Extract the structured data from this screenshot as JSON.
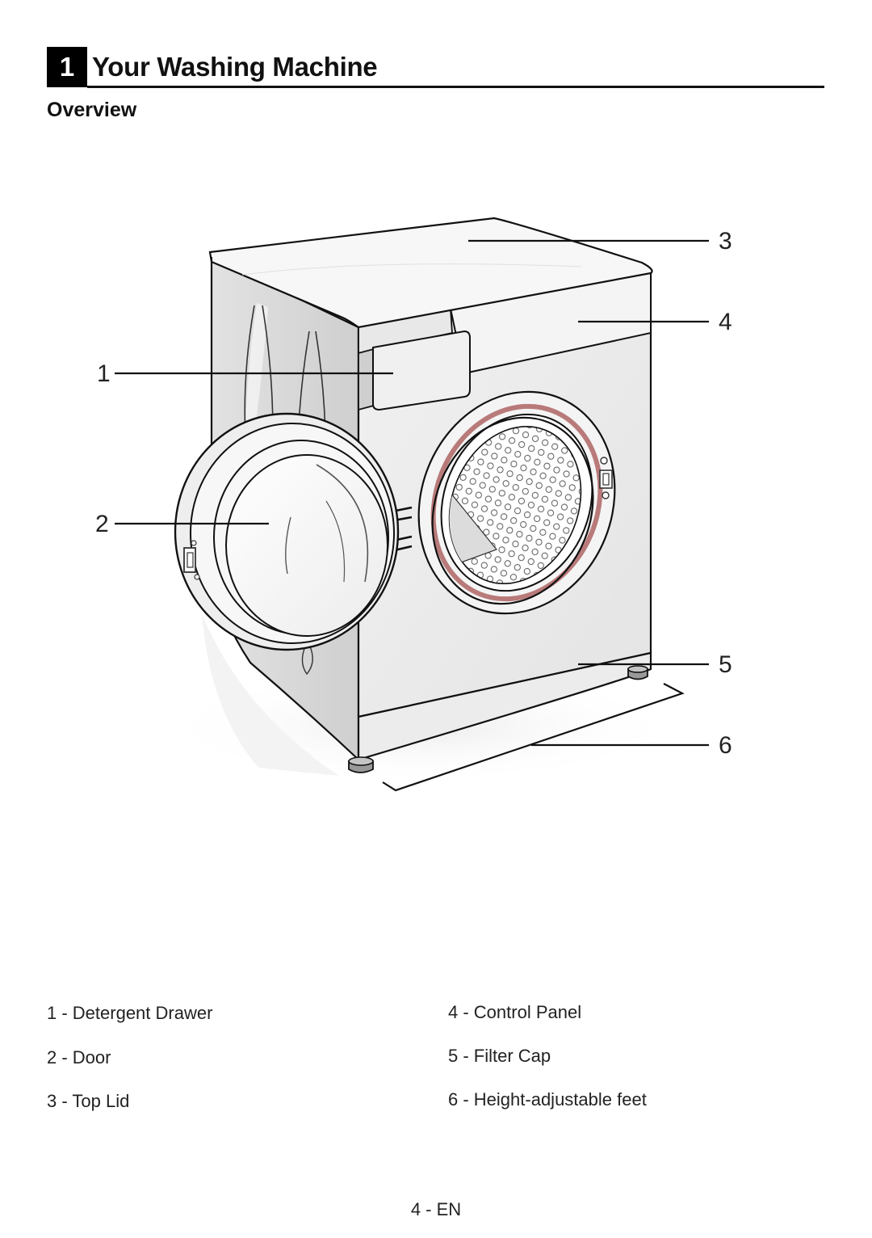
{
  "chapter": {
    "number": "1",
    "title": "Your Washing Machine"
  },
  "section": {
    "title": "Overview"
  },
  "diagram": {
    "callouts": [
      "1",
      "2",
      "3",
      "4",
      "5",
      "6"
    ]
  },
  "legend": {
    "left": [
      "1 - Detergent Drawer",
      "2 - Door",
      "3 - Top Lid"
    ],
    "right": [
      "4 - Control Panel",
      "5 - Filter Cap",
      "6 - Height-adjustable feet"
    ]
  },
  "footer": {
    "page": "4 - EN"
  }
}
